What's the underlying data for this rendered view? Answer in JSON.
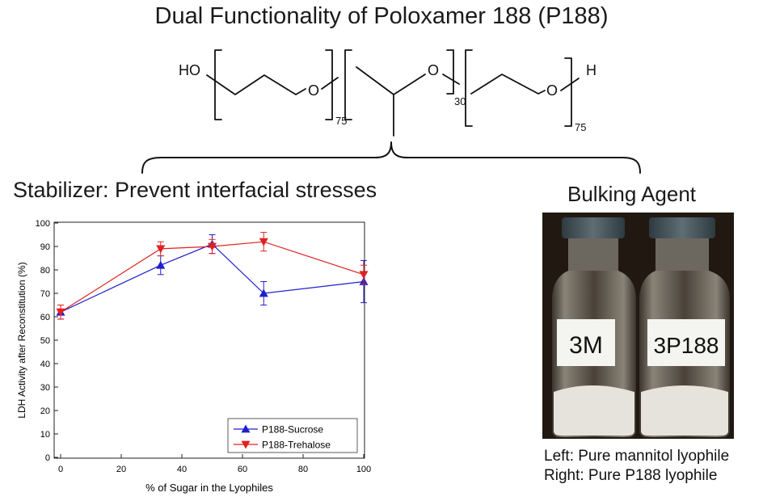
{
  "title": "Dual Functionality of Poloxamer 188 (P188)",
  "structure": {
    "ho": "HO",
    "o1": "O",
    "o2": "O",
    "o3": "O",
    "h": "H",
    "n1": "75",
    "n2": "30",
    "n3": "75"
  },
  "stabilizer_heading": "Stabilizer: Prevent interfacial stresses",
  "bulking_heading": "Bulking Agent",
  "photo": {
    "vial_left_label": "3M",
    "vial_right_label": "3P188"
  },
  "caption": {
    "line1": "Left: Pure mannitol lyophile",
    "line2": "Right: Pure P188 lyophile"
  },
  "chart_data": {
    "type": "line",
    "xlabel": "% of Sugar in the Lyophiles",
    "ylabel": "LDH Activity after Reconstitution (%)",
    "xlim": [
      0,
      100
    ],
    "ylim": [
      0,
      100
    ],
    "xticks": [
      0,
      20,
      40,
      60,
      80,
      100
    ],
    "yticks": [
      0,
      10,
      20,
      30,
      40,
      50,
      60,
      70,
      80,
      90,
      100
    ],
    "legend_position": "bottom-right",
    "grid": false,
    "series": [
      {
        "name": "P188-Sucrose",
        "color": "#1f1fcc",
        "marker": "triangle-up",
        "x": [
          0,
          33,
          50,
          67,
          100
        ],
        "y": [
          62,
          82,
          91,
          70,
          75
        ],
        "err": [
          3,
          4,
          4,
          5,
          9
        ]
      },
      {
        "name": "P188-Trehalose",
        "color": "#e02020",
        "marker": "triangle-down",
        "x": [
          0,
          33,
          50,
          67,
          100
        ],
        "y": [
          62,
          89,
          90,
          92,
          78
        ],
        "err": [
          3,
          3,
          3,
          4,
          4
        ]
      }
    ]
  }
}
